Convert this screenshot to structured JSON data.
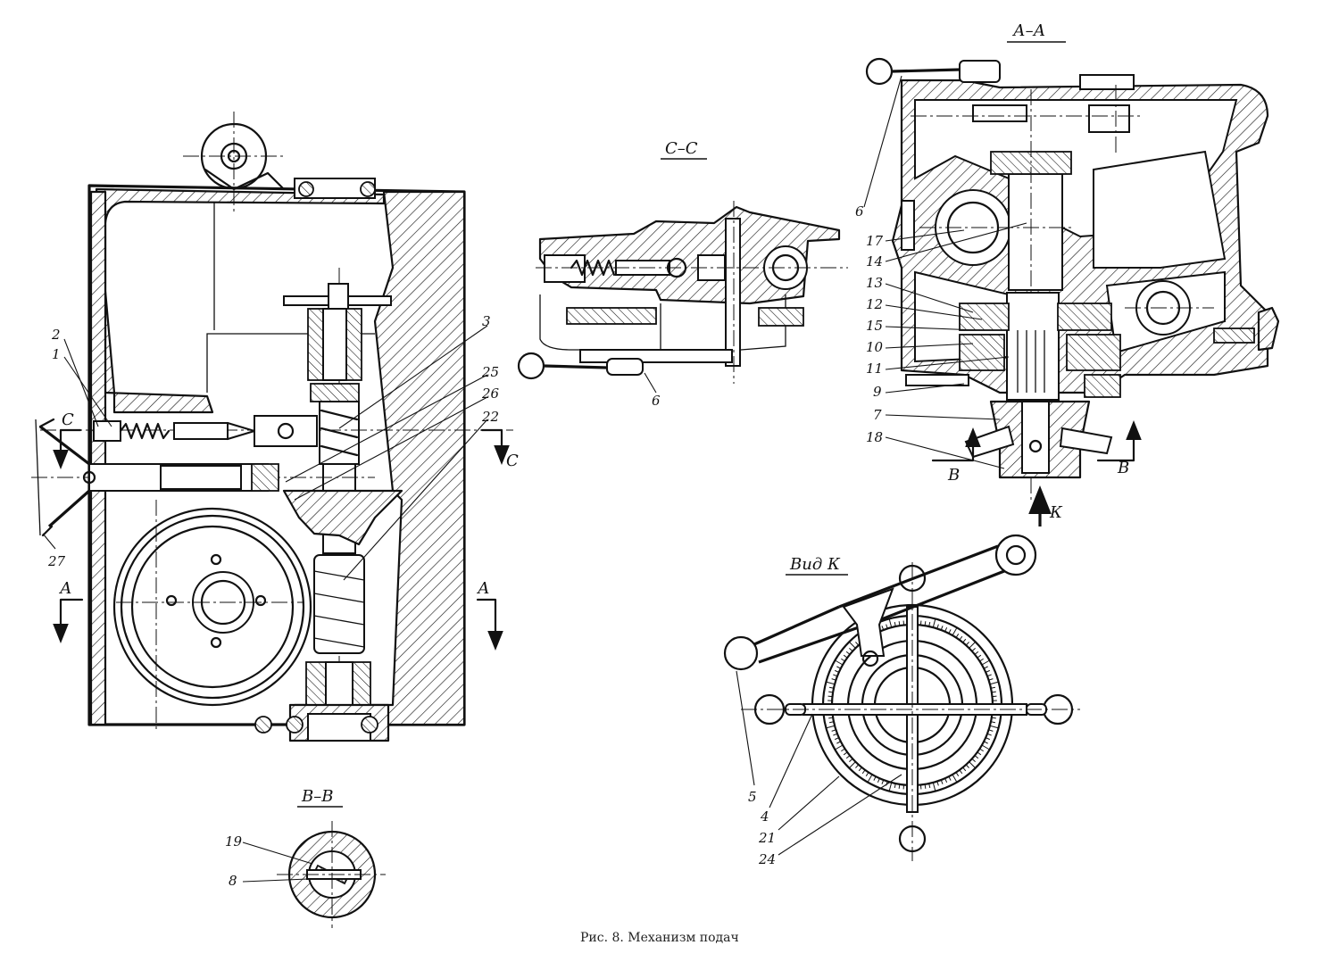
{
  "caption": "Рис. 8. Механизм подач",
  "sections": {
    "aa": "А–А",
    "cc": "С–С",
    "bb": "В–В",
    "vid_k": "Вид К"
  },
  "cut_marks": {
    "a_left": "А",
    "a_right": "А",
    "c_left": "С",
    "c_right": "С",
    "b_left": "В",
    "b_right": "В",
    "k": "К"
  },
  "labels": {
    "p1": "1",
    "p2": "2",
    "p3": "3",
    "p4": "4",
    "p5": "5",
    "p6a": "6",
    "p6b": "6",
    "p7": "7",
    "p8": "8",
    "p9": "9",
    "p10": "10",
    "p11": "11",
    "p12": "12",
    "p13": "13",
    "p14": "14",
    "p15": "15",
    "p17": "17",
    "p18": "18",
    "p19": "19",
    "p21": "21",
    "p22": "22",
    "p24": "24",
    "p25": "25",
    "p26": "26",
    "p27": "27"
  }
}
